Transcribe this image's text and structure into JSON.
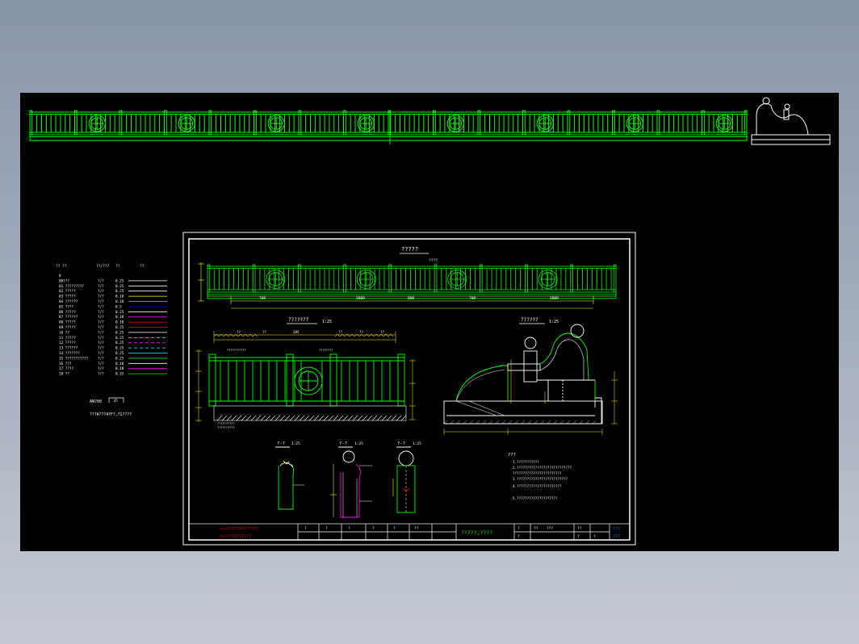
{
  "colors": {
    "background": "#000000",
    "green": "#00ff00",
    "white": "#ffffff",
    "yellow": "#ffff00",
    "red": "#ff0000",
    "magenta": "#ff00ff",
    "cyan": "#00ffff",
    "blue": "#0000ff"
  },
  "layer_table": {
    "header": [
      "?? ??",
      "??/???",
      "??",
      "??"
    ],
    "rows": [
      {
        "id": "0",
        "name": "0",
        "lt": "",
        "w": "",
        "color": ""
      },
      {
        "id": "00",
        "name": "00???",
        "lt": "?/?",
        "w": "0.25",
        "color": "#ffffff"
      },
      {
        "id": "01",
        "name": "01 ?????????",
        "lt": "?/?",
        "w": "0.25",
        "color": "#ffffff"
      },
      {
        "id": "02",
        "name": "02 ?????",
        "lt": "?/?",
        "w": "0.25",
        "color": "#ffffff"
      },
      {
        "id": "03",
        "name": "03 ?????",
        "lt": "?/?",
        "w": "0.18",
        "color": "#ffff00"
      },
      {
        "id": "04",
        "name": "04 ??????",
        "lt": "?/?",
        "w": "0.18",
        "color": "#00ff00"
      },
      {
        "id": "05",
        "name": "05 ????",
        "lt": "?/?",
        "w": "0.5",
        "color": "#0000ff"
      },
      {
        "id": "06",
        "name": "06 ?????",
        "lt": "?/?",
        "w": "0.25",
        "color": "#ffffff"
      },
      {
        "id": "07",
        "name": "07 ??????",
        "lt": "?/?",
        "w": "0.18",
        "color": "#ff00ff"
      },
      {
        "id": "08",
        "name": "08 ?????",
        "lt": "?/?",
        "w": "0.18",
        "color": "#ff0000"
      },
      {
        "id": "09",
        "name": "09 ?????",
        "lt": "?/?",
        "w": "0.25",
        "color": "#ff0000"
      },
      {
        "id": "10",
        "name": "10 ??",
        "lt": "?/?",
        "w": "0.25",
        "color": "#ffffff"
      },
      {
        "id": "11",
        "name": "11 ?????",
        "lt": "?/?",
        "w": "0.25",
        "color": "#00ffff",
        "dashed": true
      },
      {
        "id": "12",
        "name": "12 ?????",
        "lt": "?/?",
        "w": "0.25",
        "color": "#ff00ff",
        "dashed": true
      },
      {
        "id": "13",
        "name": "13 ??????",
        "lt": "?/?",
        "w": "0.25",
        "color": "#00ffff",
        "dashed": true
      },
      {
        "id": "14",
        "name": "14 ???????",
        "lt": "?/?",
        "w": "0.25",
        "color": "#00ffff"
      },
      {
        "id": "15",
        "name": "15 ???????????",
        "lt": "?/?",
        "w": "0.25",
        "color": "#00ff00"
      },
      {
        "id": "16",
        "name": "16 ???",
        "lt": "?/?",
        "w": "0.18",
        "color": "#ffffff"
      },
      {
        "id": "17",
        "name": "17 ????",
        "lt": "?/?",
        "w": "0.18",
        "color": "#ff00ff"
      },
      {
        "id": "18",
        "name": "18 ??",
        "lt": "?/?",
        "w": "0.25",
        "color": "#00ff00"
      }
    ],
    "north_label": "AN?00",
    "north_mark": "45",
    "footer": "???A???4?F?,?1????"
  },
  "sheet": {
    "plan_title": "?????",
    "plan_note": "????",
    "dim_labels": [
      "?00",
      "1800",
      "800",
      "?00",
      "1800"
    ],
    "elevation_title": "???????",
    "elevation_scale": "1:25",
    "elevation_dims": [
      "285",
      "??",
      "??",
      "??",
      "??",
      "??"
    ],
    "elevation_annots": [
      "???????????",
      "????????",
      "??????????",
      "??????????"
    ],
    "section_title": "??????",
    "section_scale": "1:25",
    "detail_a_label": "?-?",
    "detail_b_label": "?-?",
    "detail_c_label": "?-?",
    "detail_scale": "1:25",
    "notes_heading": "???",
    "notes": [
      "1.???????????",
      "2.???????????????????????????",
      "   ????????????????????????",
      "3.?????????????????????????",
      "4.??????????????????????",
      "5.????????????????????"
    ]
  },
  "title_block": {
    "company_1": "<<<?????????????",
    "company_2": "<<<??????????",
    "cells_top": [
      "?",
      "?",
      "?",
      "?",
      "?",
      "??"
    ],
    "drawing_title": "?????,????",
    "right_labels": [
      "?",
      "??",
      "???",
      "??",
      "?",
      "?",
      "?"
    ],
    "blue_labels": [
      "???",
      "???"
    ]
  }
}
